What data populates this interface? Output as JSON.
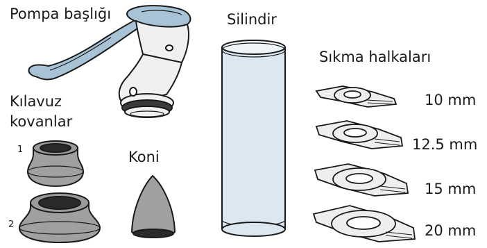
{
  "labels": {
    "pump_head": "Pompa başlığı",
    "cylinder": "Silindir",
    "tension_rings": "Sıkma halkaları",
    "guide_sleeves_line1": "Kılavuz",
    "guide_sleeves_line2": "kovanlar",
    "cone": "Koni"
  },
  "sleeves": [
    {
      "number": "1"
    },
    {
      "number": "2"
    }
  ],
  "rings": [
    {
      "size": "10 mm"
    },
    {
      "size": "12.5 mm"
    },
    {
      "size": "15 mm"
    },
    {
      "size": "20 mm"
    }
  ],
  "colors": {
    "outline": "#1a1a1a",
    "pump_body": "#eef0f2",
    "pump_handle": "#a9c3d6",
    "cylinder_fill": "#dbe8f1",
    "sleeve_fill": "#a0a0a0",
    "ring_fill": "#eeeeee"
  }
}
